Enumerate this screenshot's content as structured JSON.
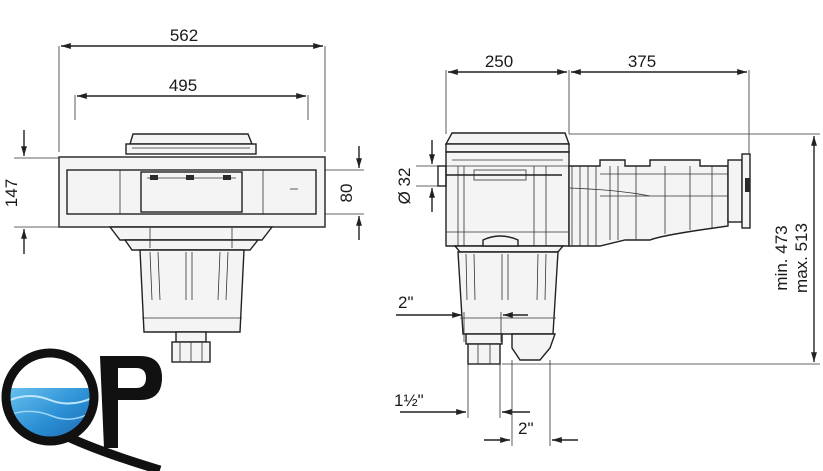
{
  "front_view": {
    "width_overall": "562",
    "width_inner": "495",
    "height_overall": "147",
    "mouth_height": "80"
  },
  "side_view": {
    "depth_body": "250",
    "depth_extension": "375",
    "pipe_diameter": "Ø 32",
    "outlet_top": "2\"",
    "outlet_bottom_left": "1½\"",
    "outlet_bottom_right": "2\"",
    "install_height_min": "min. 473",
    "install_height_max": "max. 513"
  },
  "logo": {
    "text": "QP",
    "water_color": "#2a8fd4"
  }
}
